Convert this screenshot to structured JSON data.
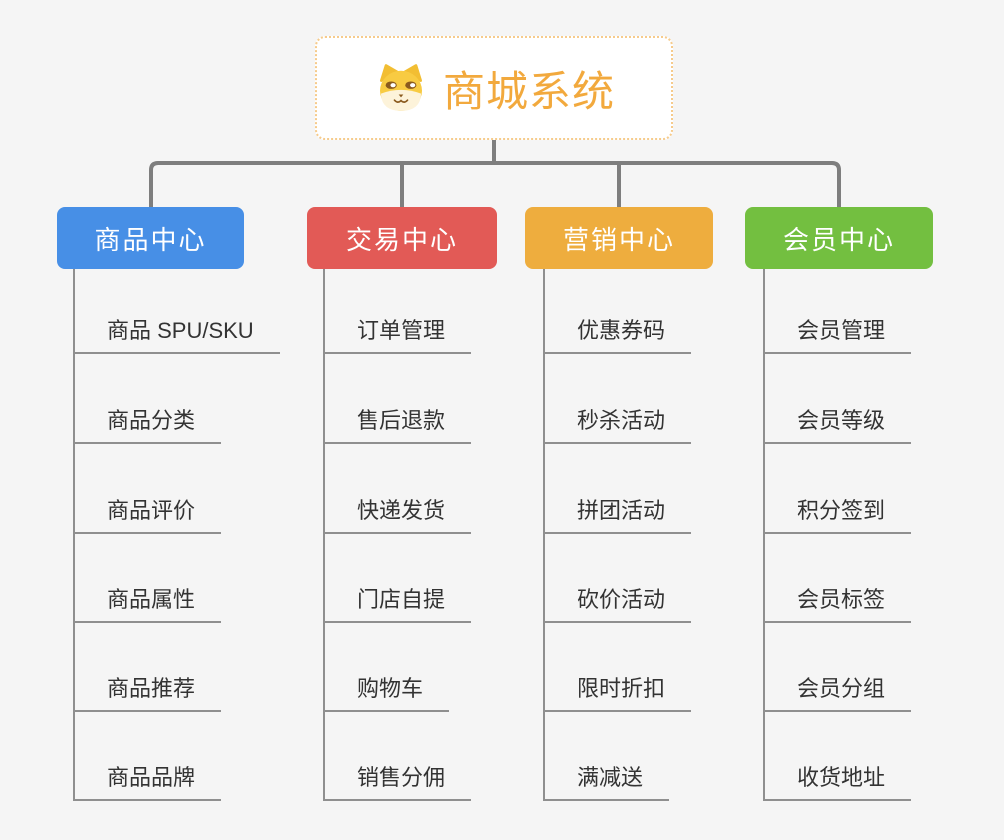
{
  "root": {
    "title": "商城系统",
    "icon": "dog-face-icon",
    "title_color": "#f2a93d",
    "border_color": "#f6cb8c"
  },
  "connector_color": "#7e7e7e",
  "branch_line_color": "#8f8f8f",
  "background_color": "#f5f5f5",
  "branches": [
    {
      "label": "商品中心",
      "color": "#478fe6",
      "items": [
        "商品 SPU/SKU",
        "商品分类",
        "商品评价",
        "商品属性",
        "商品推荐",
        "商品品牌"
      ]
    },
    {
      "label": "交易中心",
      "color": "#e25a56",
      "items": [
        "订单管理",
        "售后退款",
        "快递发货",
        "门店自提",
        "购物车",
        "销售分佣"
      ]
    },
    {
      "label": "营销中心",
      "color": "#eead3e",
      "items": [
        "优惠券码",
        "秒杀活动",
        "拼团活动",
        "砍价活动",
        "限时折扣",
        "满减送"
      ]
    },
    {
      "label": "会员中心",
      "color": "#73bf40",
      "items": [
        "会员管理",
        "会员等级",
        "积分签到",
        "会员标签",
        "会员分组",
        "收货地址"
      ]
    }
  ]
}
